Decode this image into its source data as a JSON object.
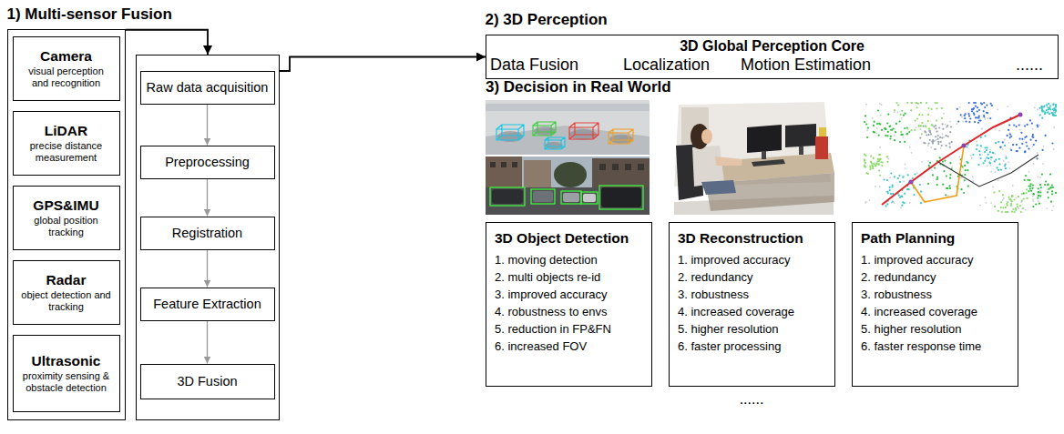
{
  "diagram": {
    "nodes": [
      {
        "text": [
          "1) Multi-sensor Fusion"
        ]
      },
      {
        "text": [
          "Camera",
          "visual perception and recognition"
        ],
        "in": 0
      },
      {
        "text": [
          "LiDAR",
          "precise distance measurement"
        ],
        "in": 0
      },
      {
        "text": [
          "GPS&IMU",
          "global position tracking"
        ],
        "in": 0
      },
      {
        "text": [
          "Radar",
          "object detection and tracking"
        ],
        "in": 0
      },
      {
        "text": [
          "Ultrasonic",
          "proximity sensing & obstacle detection"
        ],
        "in": 0
      },
      {
        "text": []
      },
      {
        "text": [
          "Raw data acquisition"
        ],
        "in": 6
      },
      {
        "text": [
          "Preprocessing"
        ],
        "in": 6
      },
      {
        "text": [
          "Registration"
        ],
        "in": 6
      },
      {
        "text": [
          "Feature Extraction"
        ],
        "in": 6
      },
      {
        "text": [
          "3D Fusion"
        ],
        "in": 6
      },
      {
        "text": [
          "2) 3D Perception",
          "3D Global Perception Core",
          "Data Fusion",
          "Localization",
          "Motion Estimation",
          "......"
        ]
      },
      {
        "text": [
          "3D Object Detection",
          "1. moving detection",
          "2. multi objects re-id",
          "3. improved accuracy",
          "4. robustness to envs",
          "5. reduction in FP&FN",
          "6. increased FOV"
        ]
      },
      {
        "text": [
          "3D Reconstruction",
          "1. improved accuracy",
          "2. redundancy",
          "3. robustness",
          "4. increased coverage",
          "5. higher resolution",
          "6. faster processing"
        ]
      },
      {
        "text": [
          "Path Planning",
          "1. improved accuracy",
          "2. redundancy",
          "3. robustness",
          "4. increased coverage",
          "5. higher resolution",
          "6. faster response time"
        ]
      }
    ],
    "edges": [
      {
        "from": 0,
        "to": 6,
        "arrow": "to"
      },
      {
        "from": 6,
        "to": 12,
        "arrow": "to"
      },
      {
        "from": 7,
        "to": 8,
        "arrow": "to"
      },
      {
        "from": 8,
        "to": 9,
        "arrow": "to"
      },
      {
        "from": 9,
        "to": 10,
        "arrow": "to"
      },
      {
        "from": 10,
        "to": 11,
        "arrow": "to"
      }
    ],
    "labels": [
      "3) Decision in Real World",
      "......"
    ]
  }
}
